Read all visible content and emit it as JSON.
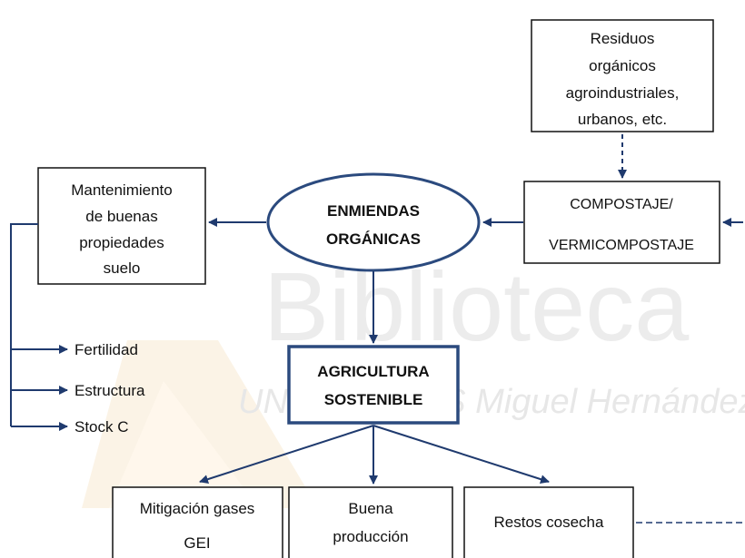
{
  "colors": {
    "arrow": "#1f3a6e",
    "box_border": "#111111",
    "emphasis_border": "#2b4a7e",
    "watermark": "#e9e9e9"
  },
  "nodes": {
    "residuos": {
      "lines": [
        "Residuos",
        "orgánicos",
        "agroindustriales,",
        "urbanos, etc."
      ]
    },
    "compostaje": {
      "lines": [
        "COMPOSTAJE/",
        "VERMICOMPOSTAJE"
      ]
    },
    "enmiendas": {
      "lines": [
        "ENMIENDAS",
        "ORGÁNICAS"
      ]
    },
    "mantenimiento": {
      "lines": [
        "Mantenimiento",
        "de buenas",
        "propiedades",
        "suelo"
      ]
    },
    "agricultura": {
      "lines": [
        "AGRICULTURA",
        "SOSTENIBLE"
      ]
    },
    "mitigacion": {
      "lines": [
        "Mitigación gases",
        "GEI"
      ]
    },
    "produccion": {
      "lines": [
        "Buena",
        "producción"
      ]
    },
    "restos": {
      "lines": [
        "Restos cosecha"
      ]
    }
  },
  "properties": [
    "Fertilidad",
    "Estructura",
    "Stock C"
  ],
  "watermark": {
    "word": "Biblioteca",
    "line": "UNIVERSITAS Miguel Hernández"
  }
}
